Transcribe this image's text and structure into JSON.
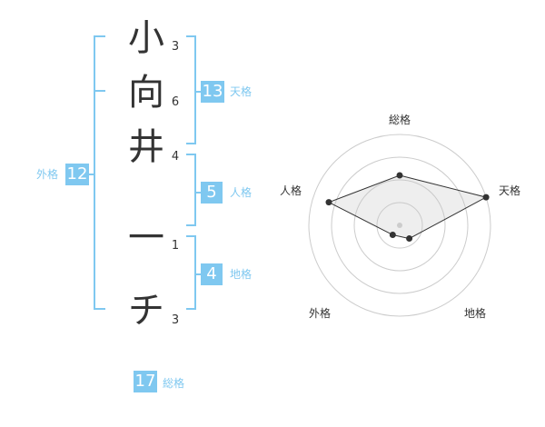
{
  "name": {
    "chars": [
      {
        "char": "小",
        "strokes": "3"
      },
      {
        "char": "向",
        "strokes": "6"
      },
      {
        "char": "井",
        "strokes": "4"
      },
      {
        "char": "一",
        "strokes": "1"
      },
      {
        "char": "チ",
        "strokes": "3"
      }
    ]
  },
  "fortune": {
    "tenkaku": {
      "value": "13",
      "label": "天格"
    },
    "jinkaku": {
      "value": "5",
      "label": "人格"
    },
    "chikaku": {
      "value": "4",
      "label": "地格"
    },
    "gaikaku": {
      "value": "12",
      "label": "外格"
    },
    "soukaku": {
      "value": "17",
      "label": "総格"
    }
  },
  "colors": {
    "accent": "#7fc8f0",
    "bracket": "#7fc8f0",
    "ring": "#cccccc",
    "fill": "#eeeeee",
    "line": "#333333"
  },
  "chart_data": {
    "type": "radar",
    "axes": [
      "総格",
      "天格",
      "地格",
      "外格",
      "人格"
    ],
    "values": [
      0.55,
      1.0,
      0.18,
      0.13,
      0.82
    ],
    "rings": 4
  }
}
